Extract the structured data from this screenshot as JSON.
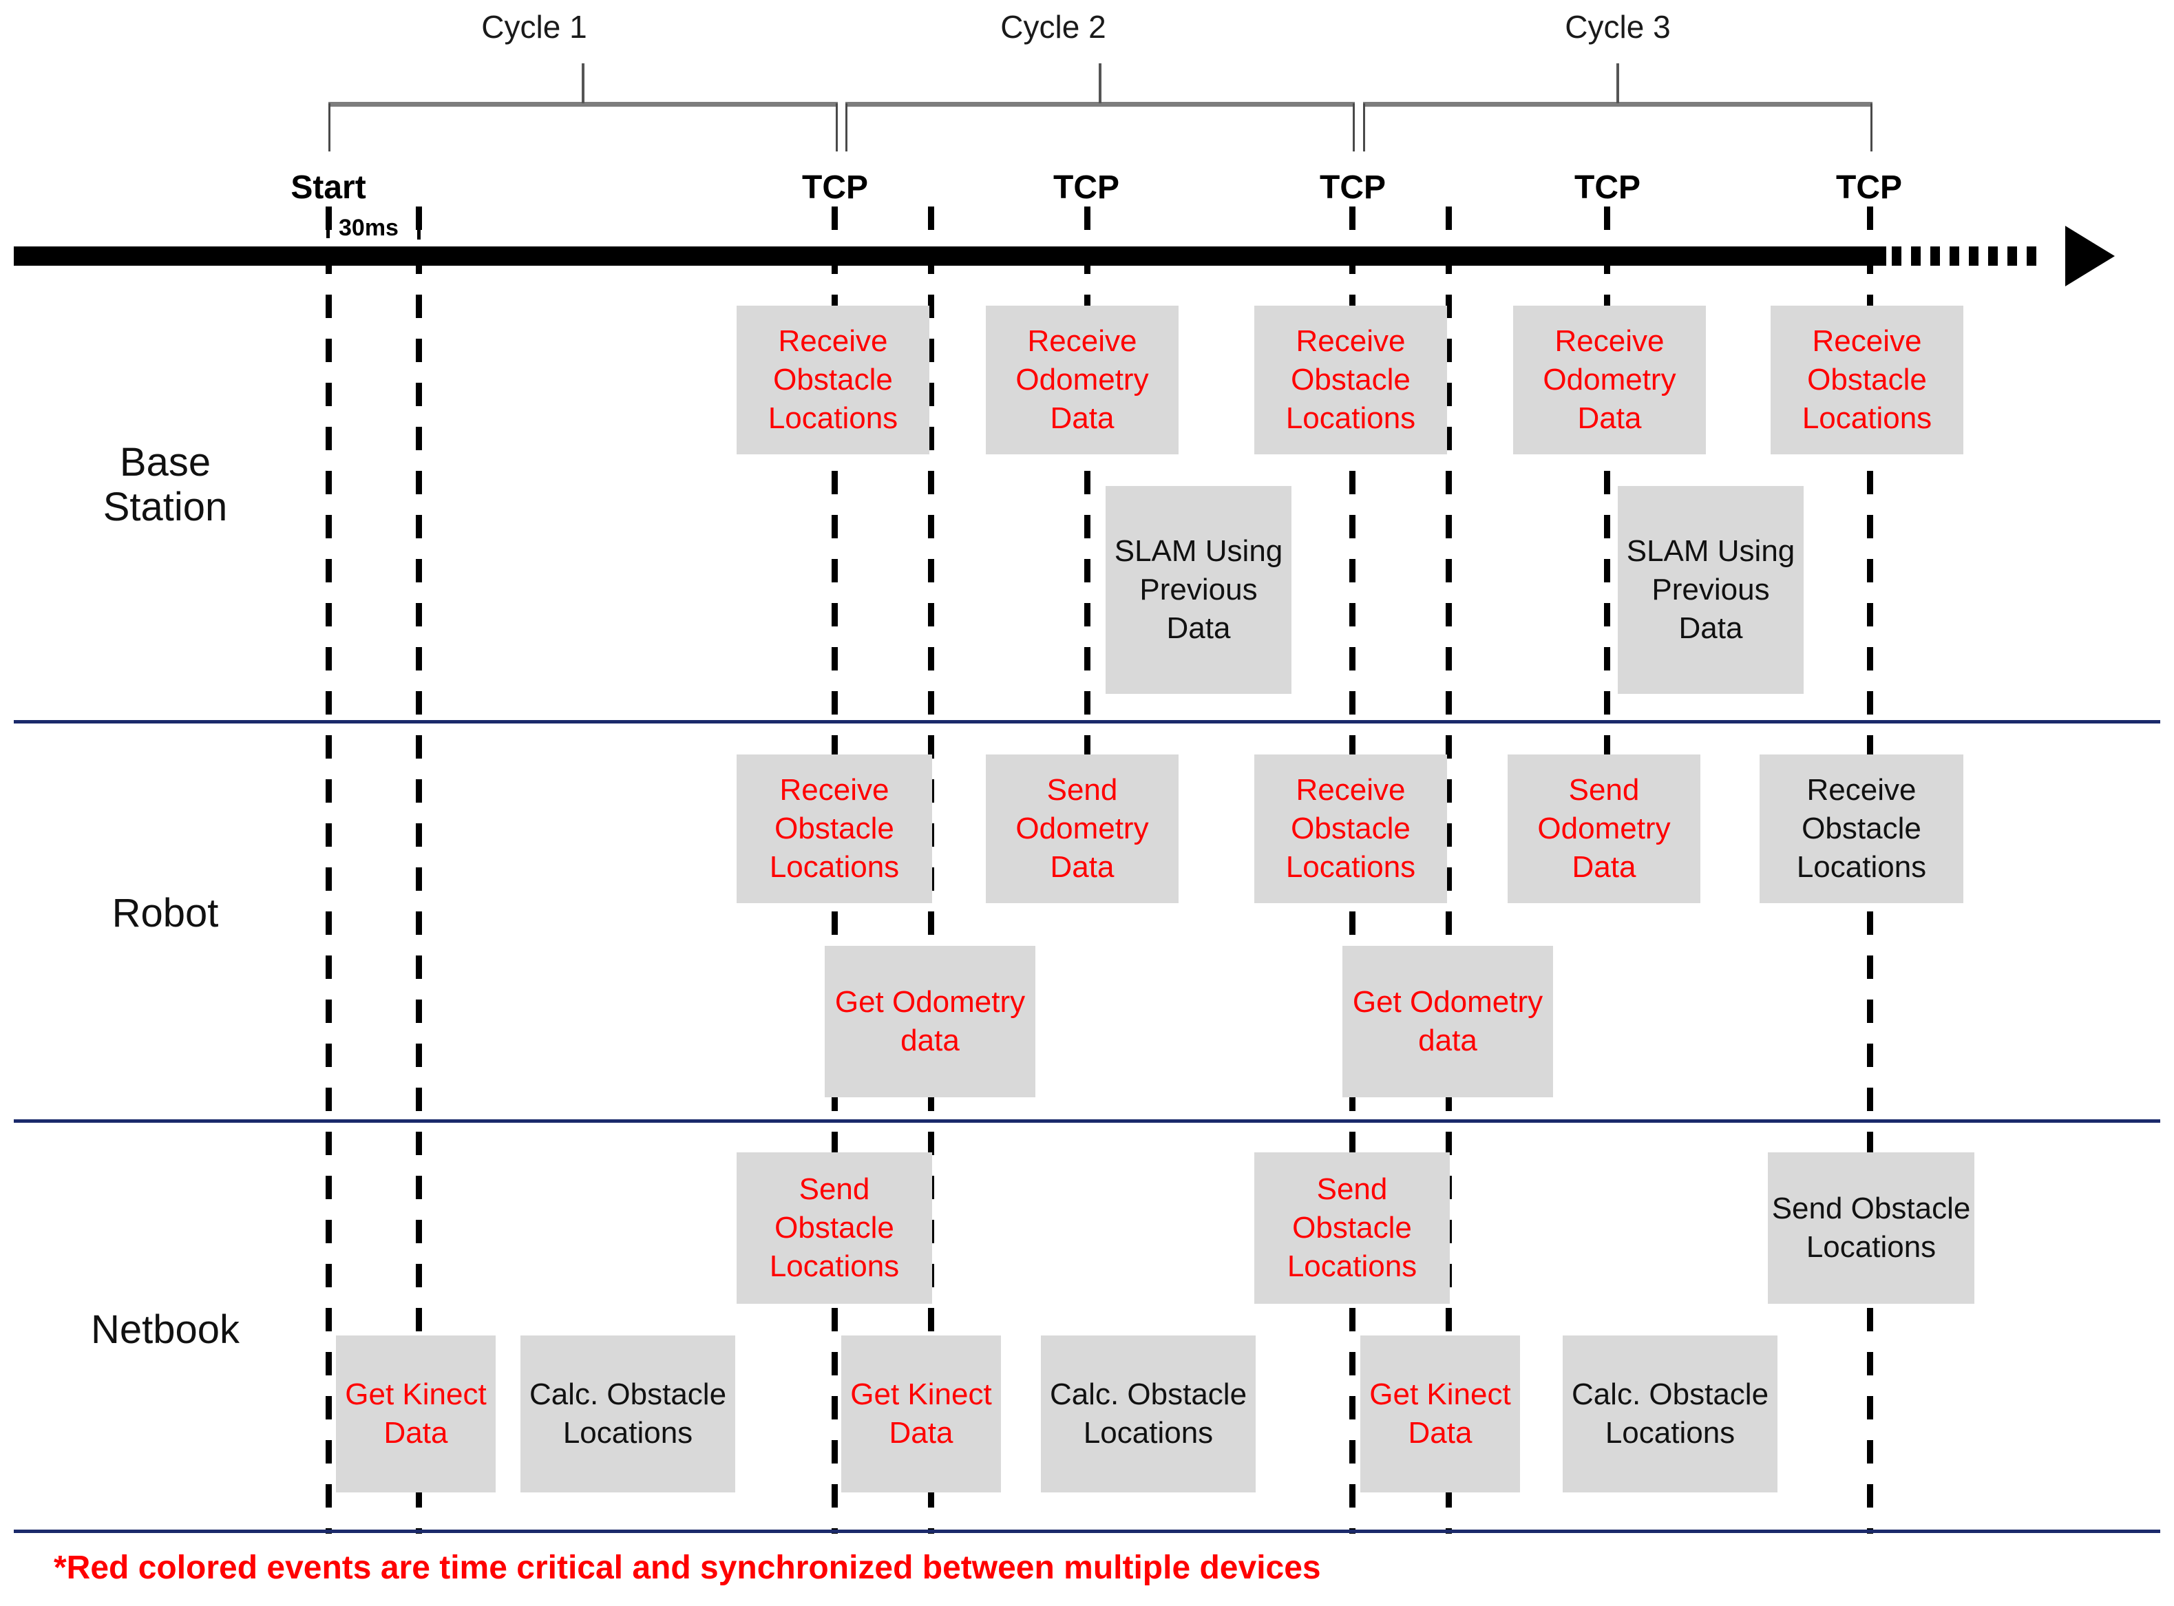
{
  "diagram": {
    "title": "Distributed SLAM timing diagram",
    "colors": {
      "red_accent": "#ff0000",
      "box_fill": "#d9d9d9",
      "separator": "#1b2a6b",
      "bracket": "#7d7d7d",
      "axis": "#000000"
    }
  },
  "cycles": [
    {
      "label": "Cycle 1"
    },
    {
      "label": "Cycle 2"
    },
    {
      "label": "Cycle 3"
    }
  ],
  "timeline": {
    "markers": [
      {
        "label": "Start"
      },
      {
        "label": "TCP"
      },
      {
        "label": "TCP"
      },
      {
        "label": "TCP"
      },
      {
        "label": "TCP"
      },
      {
        "label": "TCP"
      }
    ],
    "interval_label": "30ms"
  },
  "lanes": [
    {
      "name": "base-station",
      "title": "Base\nStation"
    },
    {
      "name": "robot",
      "title": "Robot"
    },
    {
      "name": "netbook",
      "title": "Netbook"
    }
  ],
  "base_station_boxes": [
    {
      "text": "Receive\nObstacle\nLocations",
      "critical": true
    },
    {
      "text": "Receive\nOdometry\nData",
      "critical": true
    },
    {
      "text": "Receive\nObstacle\nLocations",
      "critical": true
    },
    {
      "text": "Receive\nOdometry\nData",
      "critical": true
    },
    {
      "text": "Receive\nObstacle\nLocations",
      "critical": true
    },
    {
      "text": "SLAM\nUsing\nPrevious\nData",
      "critical": false
    },
    {
      "text": "SLAM\nUsing\nPrevious\nData",
      "critical": false
    }
  ],
  "robot_boxes": [
    {
      "text": "Receive\nObstacle\nLocations",
      "critical": true
    },
    {
      "text": "Send\nOdometry\nData",
      "critical": true
    },
    {
      "text": "Receive\nObstacle\nLocations",
      "critical": true
    },
    {
      "text": "Send\nOdometry\nData",
      "critical": true
    },
    {
      "text": "Receive\nObstacle\nLocations",
      "critical": false
    },
    {
      "text": "Get\nOdometry\ndata",
      "critical": true
    },
    {
      "text": "Get\nOdometry\ndata",
      "critical": true
    }
  ],
  "netbook_boxes": [
    {
      "text": "Send\nObstacle\nLocations",
      "critical": true
    },
    {
      "text": "Send\nObstacle\nLocations",
      "critical": true
    },
    {
      "text": "Send\nObstacle\nLocations",
      "critical": false
    },
    {
      "text": "Get\nKinect\nData",
      "critical": true
    },
    {
      "text": "Calc.\nObstacle\nLocations",
      "critical": false
    },
    {
      "text": "Get\nKinect\nData",
      "critical": true
    },
    {
      "text": "Calc.\nObstacle\nLocations",
      "critical": false
    },
    {
      "text": "Get\nKinect\nData",
      "critical": true
    },
    {
      "text": "Calc.\nObstacle\nLocations",
      "critical": false
    }
  ],
  "footnote": {
    "text": "*Red colored events are time critical and synchronized between multiple devices"
  }
}
